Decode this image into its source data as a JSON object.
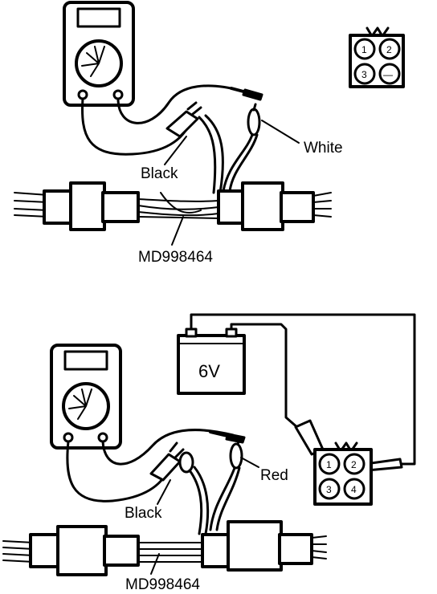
{
  "top_diagram": {
    "label_black": "Black",
    "label_white": "White",
    "label_tool": "MD998464",
    "connector_pins": [
      "1",
      "2",
      "3",
      "—"
    ]
  },
  "bottom_diagram": {
    "label_black": "Black",
    "label_red": "Red",
    "label_tool": "MD998464",
    "battery_label": "6V",
    "connector_pins": [
      "1",
      "2",
      "3",
      "4"
    ]
  },
  "colors": {
    "ink": "#000000",
    "paper": "#ffffff"
  }
}
